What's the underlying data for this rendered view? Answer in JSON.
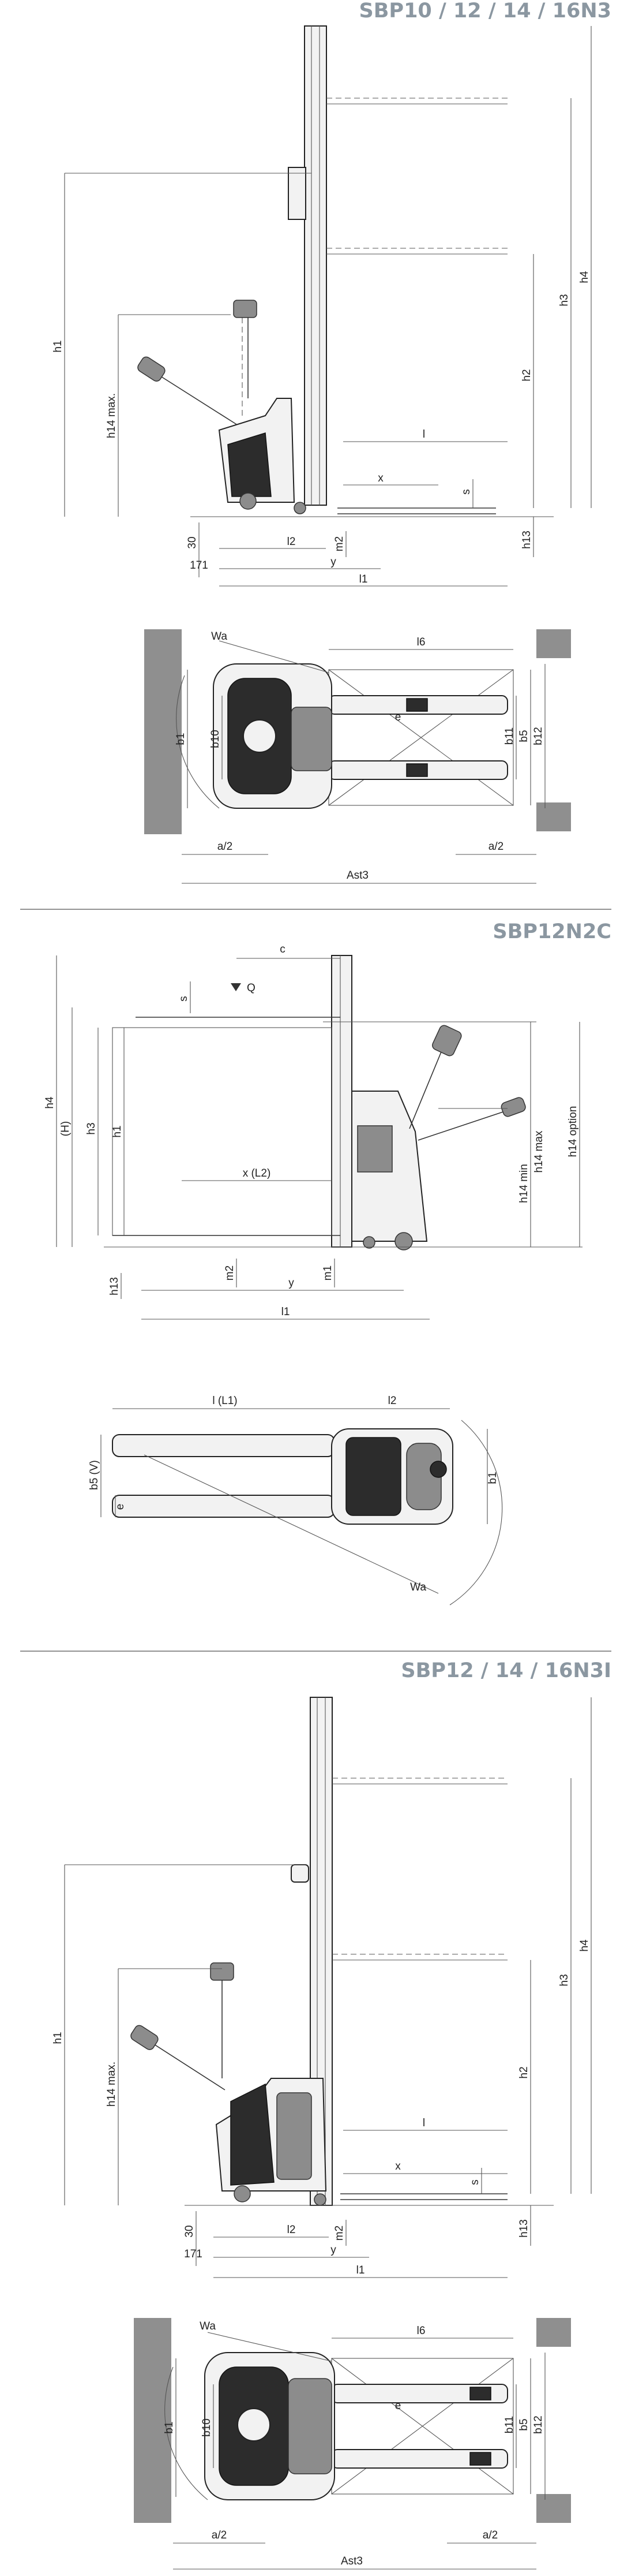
{
  "sections": [
    {
      "title": "SBP10 / 12 / 14 / 16N3",
      "side_labels": {
        "h1": "h1",
        "h14": "h14 max.",
        "h2": "h2",
        "h3": "h3",
        "h4": "h4",
        "h13": "h13",
        "l": "l",
        "x": "x",
        "s": "s",
        "m2": "m2",
        "l2": "l2",
        "y": "y",
        "l1": "l1",
        "d30": "30",
        "d171": "171"
      },
      "top_labels": {
        "wa": "Wa",
        "l6": "l6",
        "b1": "b1",
        "b10": "b10",
        "b11": "b11",
        "b5": "b5",
        "b12": "b12",
        "e": "e",
        "a2_left": "a/2",
        "a2_right": "a/2",
        "ast3": "Ast3"
      }
    },
    {
      "title": "SBP12N2C",
      "side_labels": {
        "c": "c",
        "s": "s",
        "q": "Q",
        "h4": "h4",
        "h": "(H)",
        "h3": "h3",
        "h1": "h1",
        "h14min": "h14 min",
        "h14max": "h14 max",
        "h14opt": "h14 option",
        "xl2": "x (L2)",
        "h13": "h13",
        "m2": "m2",
        "m1": "m1",
        "y": "y",
        "l1": "l1"
      },
      "top_labels": {
        "l_l1": "l (L1)",
        "l2": "l2",
        "b5v": "b5 (V)",
        "e": "e",
        "b1": "b1",
        "wa": "Wa"
      }
    },
    {
      "title": "SBP12 / 14 / 16N3I",
      "side_labels": {
        "h1": "h1",
        "h14": "h14 max.",
        "h2": "h2",
        "h3": "h3",
        "h4": "h4",
        "h13": "h13",
        "l": "l",
        "x": "x",
        "s": "s",
        "m2": "m2",
        "l2": "l2",
        "y": "y",
        "l1": "l1",
        "d30": "30",
        "d171": "171"
      },
      "top_labels": {
        "wa": "Wa",
        "l6": "l6",
        "b1": "b1",
        "b10": "b10",
        "b11": "b11",
        "b5": "b5",
        "b12": "b12",
        "e": "e",
        "a2_left": "a/2",
        "a2_right": "a/2",
        "ast3": "Ast3"
      }
    }
  ]
}
